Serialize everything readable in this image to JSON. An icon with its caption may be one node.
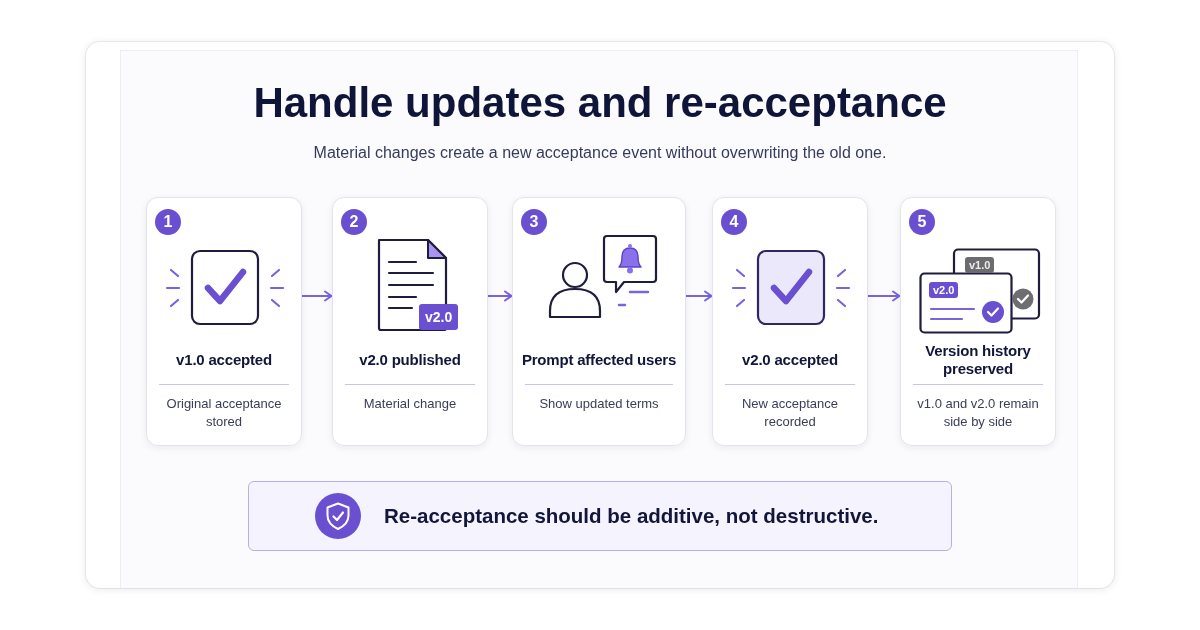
{
  "diagram": {
    "title": "Handle updates and re-acceptance",
    "nodes": [
      {
        "text": [
          "1",
          "v1.0 accepted",
          "Original acceptance stored"
        ]
      },
      {
        "text": [
          "2",
          "v2.0",
          "v2.0 published",
          "Material change"
        ]
      },
      {
        "text": [
          "3",
          "Prompt affected users",
          "Show updated terms"
        ]
      },
      {
        "text": [
          "4",
          "v2.0 accepted",
          "New acceptance recorded"
        ]
      },
      {
        "text": [
          "5",
          "v1.0",
          "v2.0",
          "Version history preserved",
          "v1.0 and v2.0 remain side by side"
        ]
      },
      {
        "text": [
          "Re-acceptance should be additive, not destructive."
        ]
      }
    ],
    "edges": [
      {
        "from": 0,
        "to": 1,
        "arrow": "to"
      },
      {
        "from": 1,
        "to": 2,
        "arrow": "to"
      },
      {
        "from": 2,
        "to": 3,
        "arrow": "to"
      },
      {
        "from": 3,
        "to": 4,
        "arrow": "to"
      }
    ],
    "labels": [
      "Material changes create a new acceptance event without overwriting the old one."
    ]
  }
}
